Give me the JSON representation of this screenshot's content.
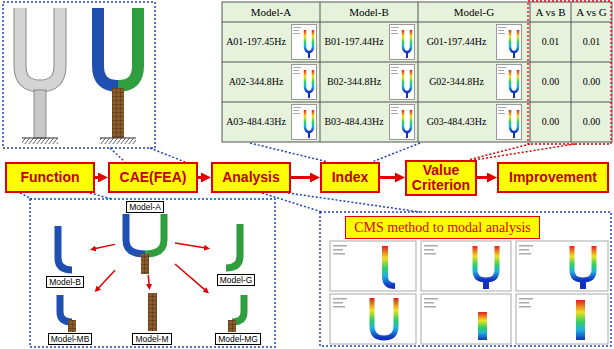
{
  "diagram": {
    "nodes": [
      {
        "text": [
          "Function"
        ]
      },
      {
        "text": [
          "CAE(FEA)"
        ]
      },
      {
        "text": [
          "Analysis"
        ]
      },
      {
        "text": [
          "Index"
        ]
      },
      {
        "text": [
          "Value Criterion"
        ]
      },
      {
        "text": [
          "Improvement"
        ]
      },
      {
        "text": [
          "Model-A"
        ]
      },
      {
        "text": [
          "Model-B"
        ]
      },
      {
        "text": [
          "Model-G"
        ]
      },
      {
        "text": [
          "Model-MB"
        ]
      },
      {
        "text": [
          "Model-M"
        ]
      },
      {
        "text": [
          "Model-MG"
        ]
      },
      {
        "text": [
          "CMS method to modal analysis"
        ]
      }
    ],
    "edges": [
      {
        "from": 0,
        "to": 1,
        "arrow": "to"
      },
      {
        "from": 1,
        "to": 2,
        "arrow": "to"
      },
      {
        "from": 2,
        "to": 3,
        "arrow": "to"
      },
      {
        "from": 3,
        "to": 4,
        "arrow": "to"
      },
      {
        "from": 4,
        "to": 5,
        "arrow": "to"
      },
      {
        "from": 6,
        "to": 7,
        "arrow": "to"
      },
      {
        "from": 6,
        "to": 8,
        "arrow": "to"
      },
      {
        "from": 6,
        "to": 9,
        "arrow": "to"
      },
      {
        "from": 6,
        "to": 10,
        "arrow": "to"
      },
      {
        "from": 6,
        "to": 11,
        "arrow": "to"
      }
    ],
    "labels": [
      "Model-A",
      "Model-B",
      "Model-G",
      "A vs B",
      "A vs G",
      "A01-197.45Hz",
      "B01-197.44Hz",
      "G01-197.44Hz",
      "0.01",
      "0.01",
      "A02-344.8Hz",
      "B02-344.8Hz",
      "G02-344.8Hz",
      "0.00",
      "0.00",
      "A03-484.43Hz",
      "B03-484.43Hz",
      "G03-484.43Hz",
      "0.00",
      "0.00"
    ]
  }
}
